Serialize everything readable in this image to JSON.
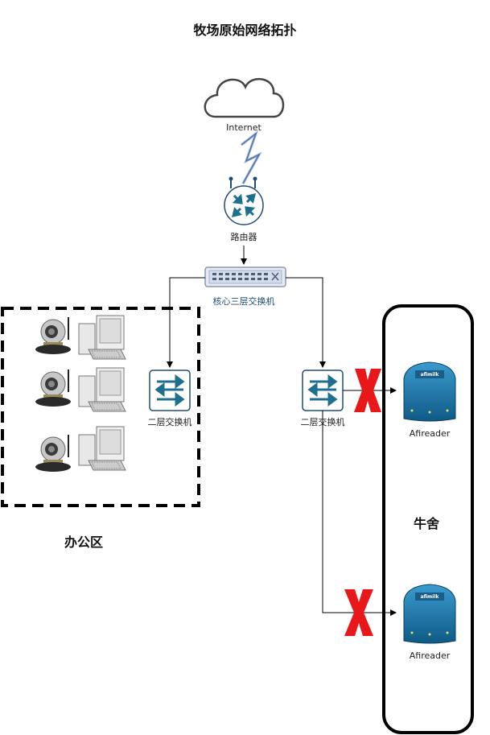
{
  "title": "牧场原始网络拓扑",
  "internet": {
    "label": "Internet"
  },
  "router": {
    "label": "路由器"
  },
  "core_switch": {
    "label": "核心三层交换机"
  },
  "switch_office": {
    "label": "二层交换机"
  },
  "switch_barn": {
    "label": "二层交换机"
  },
  "office_zone": {
    "label": "办公区"
  },
  "barn_zone": {
    "label": "牛舍"
  },
  "readers": [
    {
      "label": "Afireader",
      "brand": "afimilk"
    },
    {
      "label": "Afireader",
      "brand": "afimilk"
    }
  ],
  "colors": {
    "line": "#000000",
    "cross": "#e8171a",
    "device_blue": "#1e6f9f",
    "icon_dark": "#1f4e79",
    "lightning": "#8ea9d8"
  }
}
